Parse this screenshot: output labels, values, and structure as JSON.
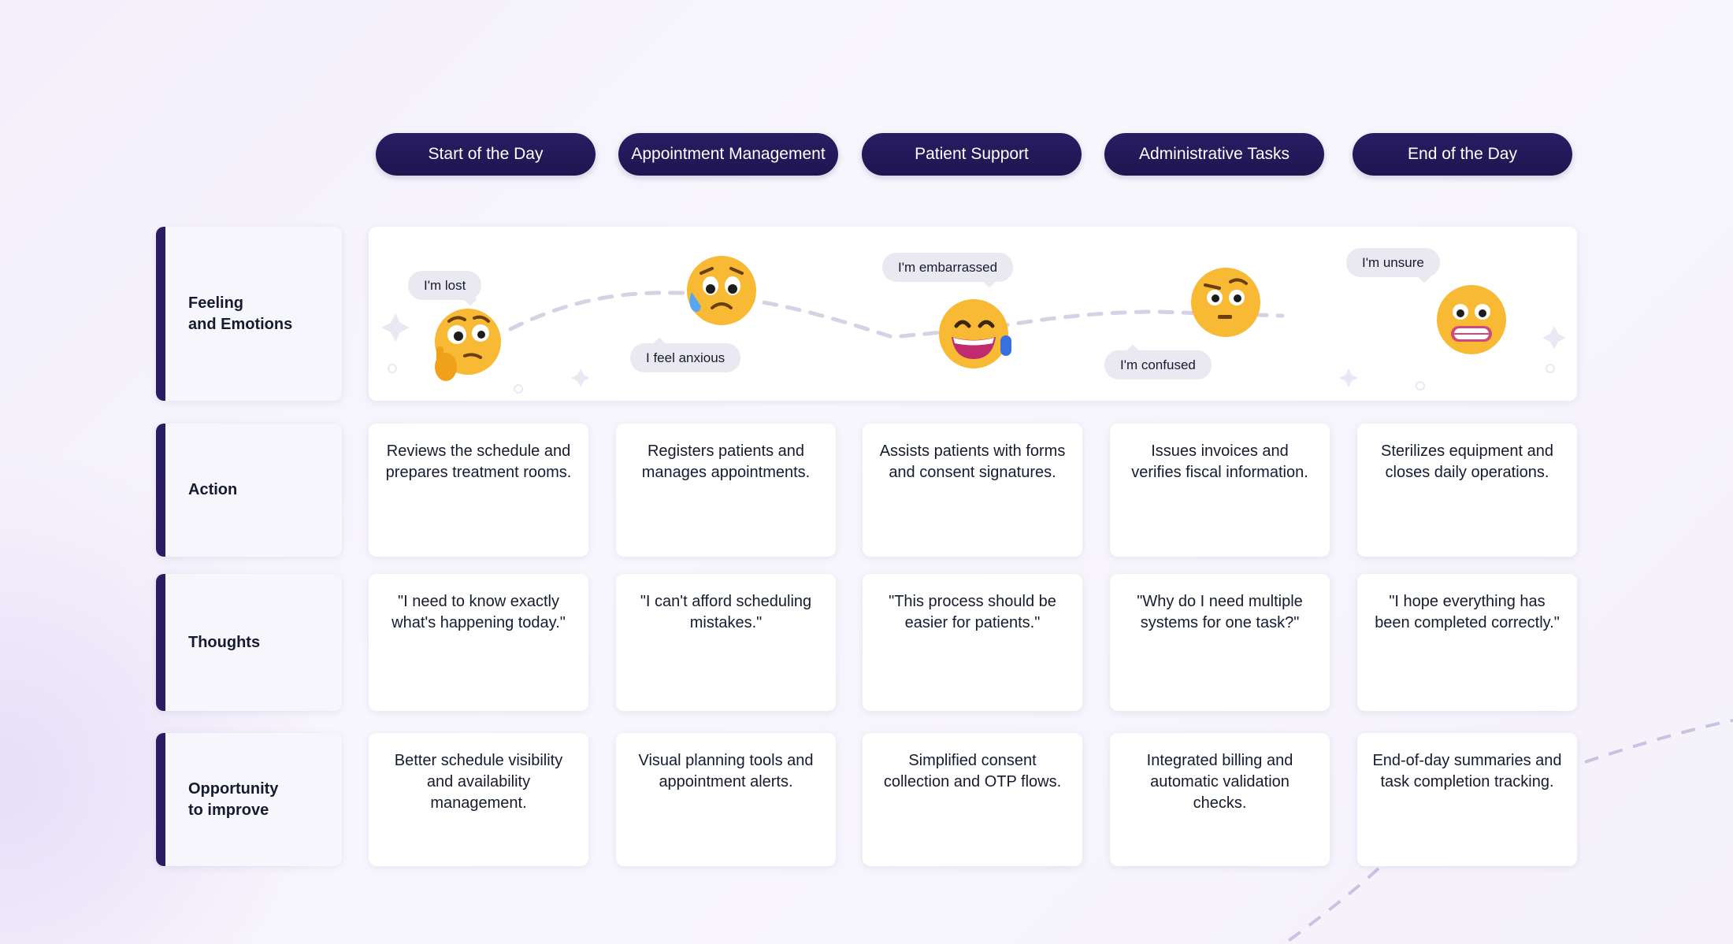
{
  "stages": [
    "Start of the Day",
    "Appointment Management",
    "Patient Support",
    "Administrative Tasks",
    "End of the Day"
  ],
  "rows": {
    "feeling": {
      "label": "Feeling\nand Emotions"
    },
    "action": {
      "label": "Action",
      "cells": [
        "Reviews the schedule and prepares treatment rooms.",
        "Registers patients and manages appointments.",
        "Assists patients with forms and consent signatures.",
        "Issues invoices and verifies fiscal information.",
        "Sterilizes equipment and closes daily operations."
      ]
    },
    "thoughts": {
      "label": "Thoughts",
      "cells": [
        "\"I need to know exactly what's happening today.\"",
        "\"I can't afford scheduling mistakes.\"",
        "\"This process should be easier for patients.\"",
        "\"Why do I need multiple systems for one task?\"",
        "\"I hope everything has been completed correctly.\""
      ]
    },
    "opportunity": {
      "label": "Opportunity\nto improve",
      "cells": [
        "Better schedule visibility and availability management.",
        "Visual planning tools and appointment alerts.",
        "Simplified consent collection and OTP flows.",
        "Integrated billing and automatic validation checks.",
        "End-of-day summaries and task completion tracking."
      ]
    }
  },
  "emotions": [
    {
      "text": "I'm lost",
      "icon": "thinking-face-icon"
    },
    {
      "text": "I feel anxious",
      "icon": "worried-face-icon"
    },
    {
      "text": "I'm embarrassed",
      "icon": "grinning-sweat-face-icon"
    },
    {
      "text": "I'm confused",
      "icon": "raised-eyebrow-face-icon"
    },
    {
      "text": "I'm unsure",
      "icon": "grimacing-face-icon"
    }
  ],
  "colors": {
    "pill": "#241a5c",
    "accent_bar": "#2a1d64",
    "bubble": "#eae9f2",
    "emoji": "#f8b934"
  }
}
